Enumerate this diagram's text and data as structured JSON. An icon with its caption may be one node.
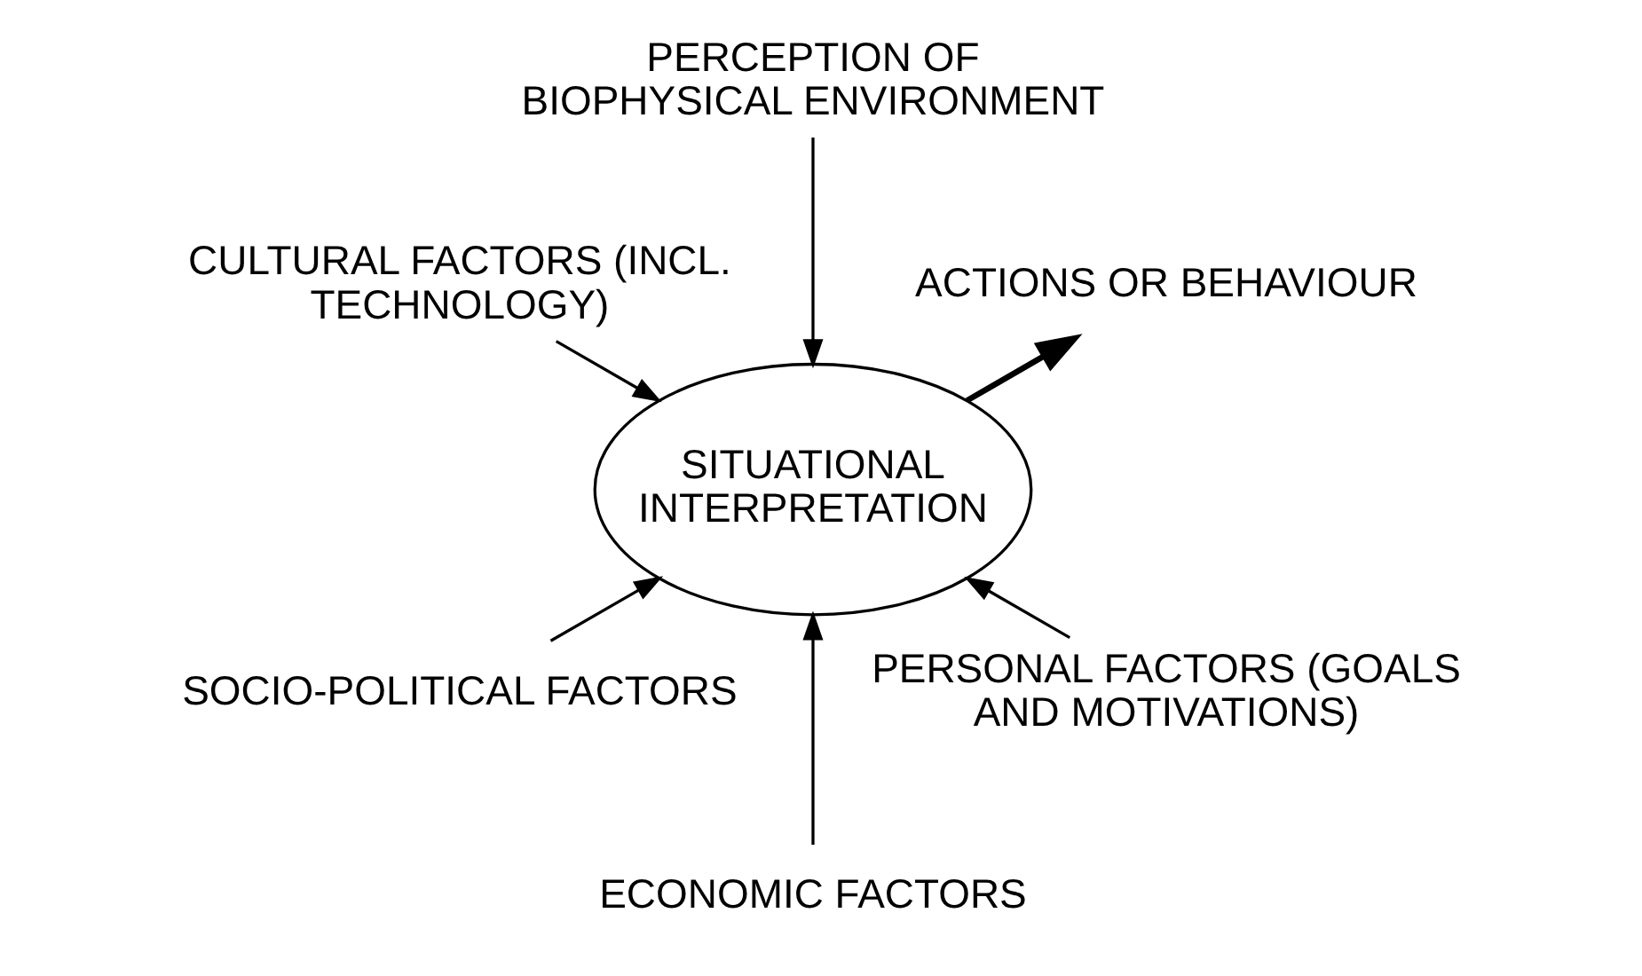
{
  "diagram": {
    "nodes": [
      {
        "text": [
          "PERCEPTION OF BIOPHYSICAL ENVIRONMENT"
        ]
      },
      {
        "text": [
          "CULTURAL FACTORS (INCL. TECHNOLOGY)"
        ]
      },
      {
        "text": [
          "SOCIO-POLITICAL FACTORS"
        ]
      },
      {
        "text": [
          "SITUATIONAL INTERPRETATION"
        ]
      },
      {
        "text": [
          "ACTIONS OR BEHAVIOUR"
        ]
      },
      {
        "text": [
          "ECONOMIC FACTORS"
        ]
      },
      {
        "text": [
          "PERSONAL FACTORS (GOALS AND MOTIVATIONS)"
        ]
      }
    ],
    "edges": [
      {
        "from": 0,
        "to": 3,
        "arrow": "to"
      },
      {
        "from": 1,
        "to": 3,
        "arrow": "to"
      },
      {
        "from": 2,
        "to": 3,
        "arrow": "to"
      },
      {
        "from": 5,
        "to": 3,
        "arrow": "to"
      },
      {
        "from": 6,
        "to": 3,
        "arrow": "to"
      },
      {
        "from": 3,
        "to": 4,
        "arrow": "to",
        "style": "thick"
      }
    ]
  }
}
